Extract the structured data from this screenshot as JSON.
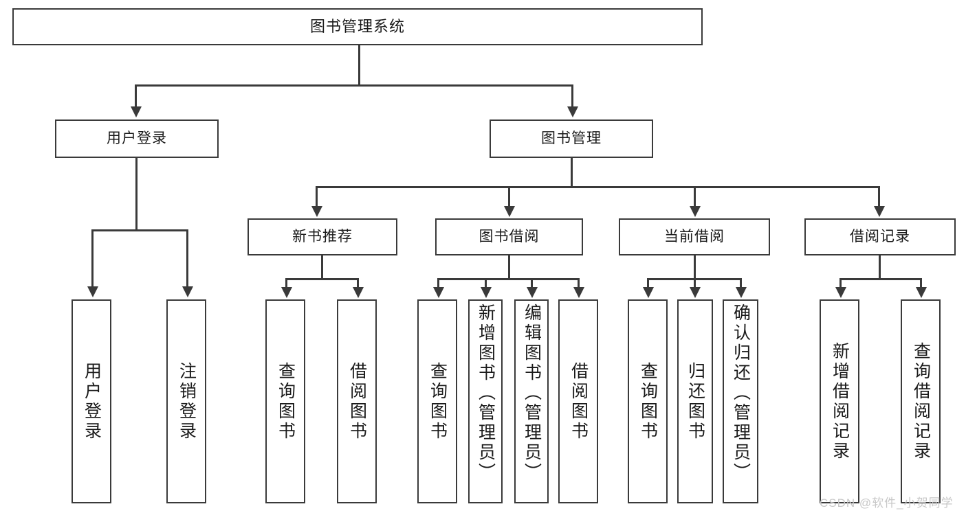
{
  "diagram": {
    "title": "图书管理系统",
    "type": "hierarchy-tree",
    "nodes": {
      "root": {
        "label": "图书管理系统"
      },
      "level2": [
        {
          "label": "用户登录"
        },
        {
          "label": "图书管理"
        }
      ],
      "level3": [
        {
          "label": "新书推荐"
        },
        {
          "label": "图书借阅"
        },
        {
          "label": "当前借阅"
        },
        {
          "label": "借阅记录"
        }
      ],
      "leaves_user_login": [
        {
          "label": "用户登录"
        },
        {
          "label": "注销登录"
        }
      ],
      "leaves_new_book": [
        {
          "label": "查询图书"
        },
        {
          "label": "借阅图书"
        }
      ],
      "leaves_borrow": [
        {
          "label": "查询图书"
        },
        {
          "label": "新增图书（管理员）"
        },
        {
          "label": "编辑图书（管理员）"
        },
        {
          "label": "借阅图书"
        }
      ],
      "leaves_current": [
        {
          "label": "查询图书"
        },
        {
          "label": "归还图书"
        },
        {
          "label": "确认归还（管理员）"
        }
      ],
      "leaves_record": [
        {
          "label": "新增借阅记录"
        },
        {
          "label": "查询借阅记录"
        }
      ]
    },
    "colors": {
      "stroke": "#3a3a3a",
      "fill": "#ffffff",
      "text": "#1a1a1a",
      "watermark": "#c8c8c8"
    }
  },
  "watermark": {
    "text": "CSDN @软件_小贺同学"
  }
}
